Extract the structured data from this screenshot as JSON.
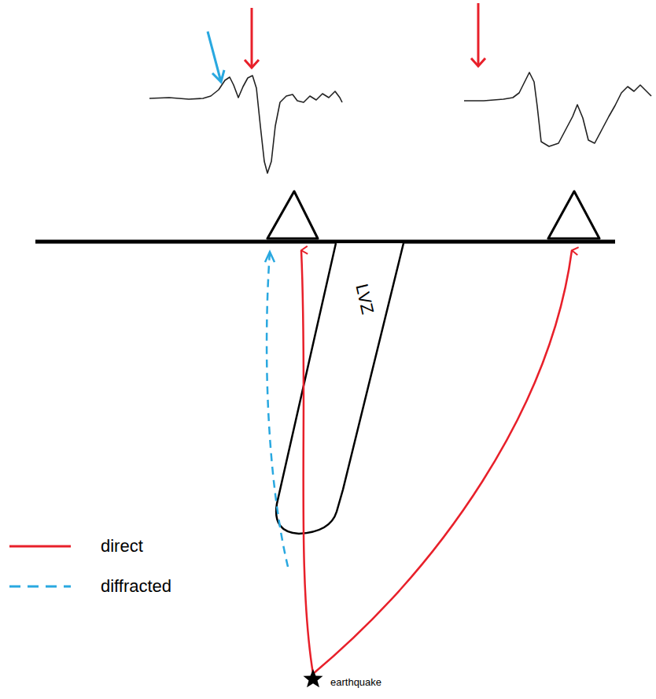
{
  "diagram": {
    "nodes": [
      {
        "text": [
          "LVZ"
        ]
      }
    ],
    "labels": [
      "earthquake"
    ],
    "legend": [
      {
        "text": "direct"
      },
      {
        "text": "diffracted"
      }
    ]
  }
}
